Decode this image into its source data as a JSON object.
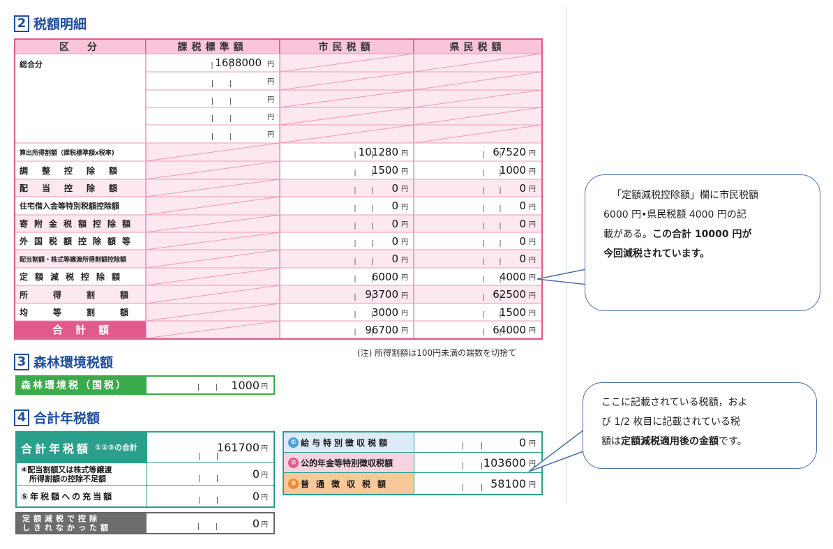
{
  "sec2": {
    "num": "2",
    "title": "税額明細"
  },
  "table2": {
    "headers": [
      "区　分",
      "課税標準額",
      "市民税額",
      "県民税額"
    ],
    "yen": "円",
    "sougou": {
      "label": "総合分",
      "value": "1688000"
    },
    "rows": [
      {
        "label": "算出所得割額（課税標準額x税率)",
        "city": "101280",
        "pref": "67520"
      },
      {
        "label": "調整控除額",
        "city": "1500",
        "pref": "1000"
      },
      {
        "label": "配当控除額",
        "city": "0",
        "pref": "0"
      },
      {
        "label": "住宅借入金等特別税額控除額",
        "city": "0",
        "pref": "0"
      },
      {
        "label": "寄附金税額控除額",
        "city": "0",
        "pref": "0"
      },
      {
        "label": "外国税額控除額等",
        "city": "0",
        "pref": "0"
      },
      {
        "label": "配当割額・株式等譲渡所得割額控除額",
        "city": "0",
        "pref": "0"
      },
      {
        "label": "定額減税控除額",
        "city": "6000",
        "pref": "4000"
      },
      {
        "label": "所得割額",
        "city": "93700",
        "pref": "62500"
      },
      {
        "label": "均等割額",
        "city": "3000",
        "pref": "1500"
      }
    ],
    "total": {
      "label": "合計額",
      "city": "96700",
      "pref": "64000"
    },
    "note": "(注) 所得割額は100円未満の端数を切捨て"
  },
  "sec3": {
    "num": "3",
    "title": "森林環境税額"
  },
  "forest": {
    "label": "森林環境税（国税）",
    "value": "1000"
  },
  "sec4": {
    "num": "4",
    "title": "合計年税額"
  },
  "annual": {
    "total_label": "合計年税額",
    "total_sub": "①②③の合計",
    "total_value": "161700",
    "row4_label_1": "④配当割額又は株式等譲渡",
    "row4_label_2": "所得割額の控除不足額",
    "row4_value": "0",
    "row5_label": "⑤年税額への充当額",
    "row5_value": "0",
    "grey_label_1": "定額減税で控除",
    "grey_label_2": "しきれなかった額",
    "grey_value": "0"
  },
  "collection": [
    {
      "num": "①",
      "label": "給与特別徴収税額",
      "value": "0",
      "color": "#ddeaf7"
    },
    {
      "num": "②",
      "label": "公的年金等特別徴収税額",
      "value": "103600",
      "color": "#f6d3e1"
    },
    {
      "num": "③",
      "label": "普通徴収税額",
      "value": "58100",
      "color": "#f9c89a"
    }
  ],
  "callout1": {
    "line1": "「定額減税控除額」欄に市民税額",
    "line2": "6000 円•県民税額 4000 円の記",
    "line3a": "載がある。",
    "line3b": "この合計 10000 円が",
    "line4": "今回減税されています。"
  },
  "callout2": {
    "line1": "ここに記載されている税額，およ",
    "line2": "び 1/2 枚目に記載されている税",
    "line3a": "額は",
    "line3b": "定額減税適用後の金額",
    "line3c": "です。"
  }
}
